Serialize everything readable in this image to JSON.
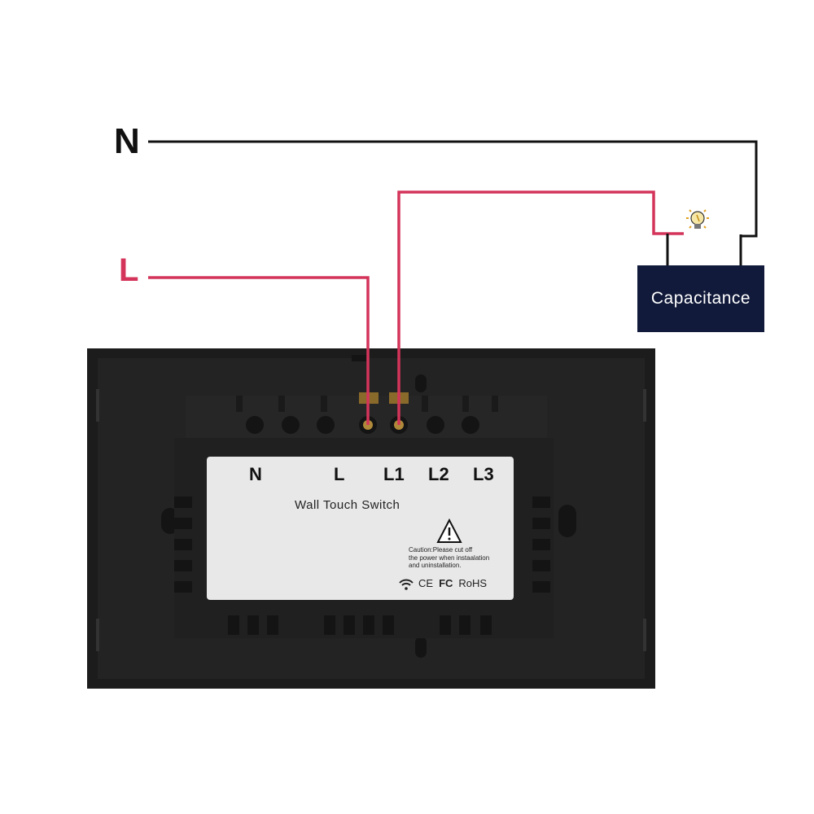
{
  "wires": {
    "neutral_label": "N",
    "line_label": "L",
    "neutral_color": "#111111",
    "line_color": "#d4345a"
  },
  "capacitor": {
    "label": "Capacitance",
    "fill_color": "#111a3a"
  },
  "lamp": {
    "icon": "light-bulb-icon"
  },
  "switch": {
    "body_color": "#1c1c1c",
    "label_panel": {
      "terminals": [
        "N",
        "L",
        "L1",
        "L2",
        "L3"
      ],
      "product_name": "Wall Touch Switch",
      "warning_icon": "warning-triangle-icon",
      "caution_lines": [
        "Caution:Please cut off",
        "the power when instaalation",
        "and uninstallation."
      ],
      "certifications": {
        "wifi_icon": "wifi-icon",
        "ce": "CE",
        "fc": "FC",
        "rohs": "RoHS"
      }
    }
  }
}
